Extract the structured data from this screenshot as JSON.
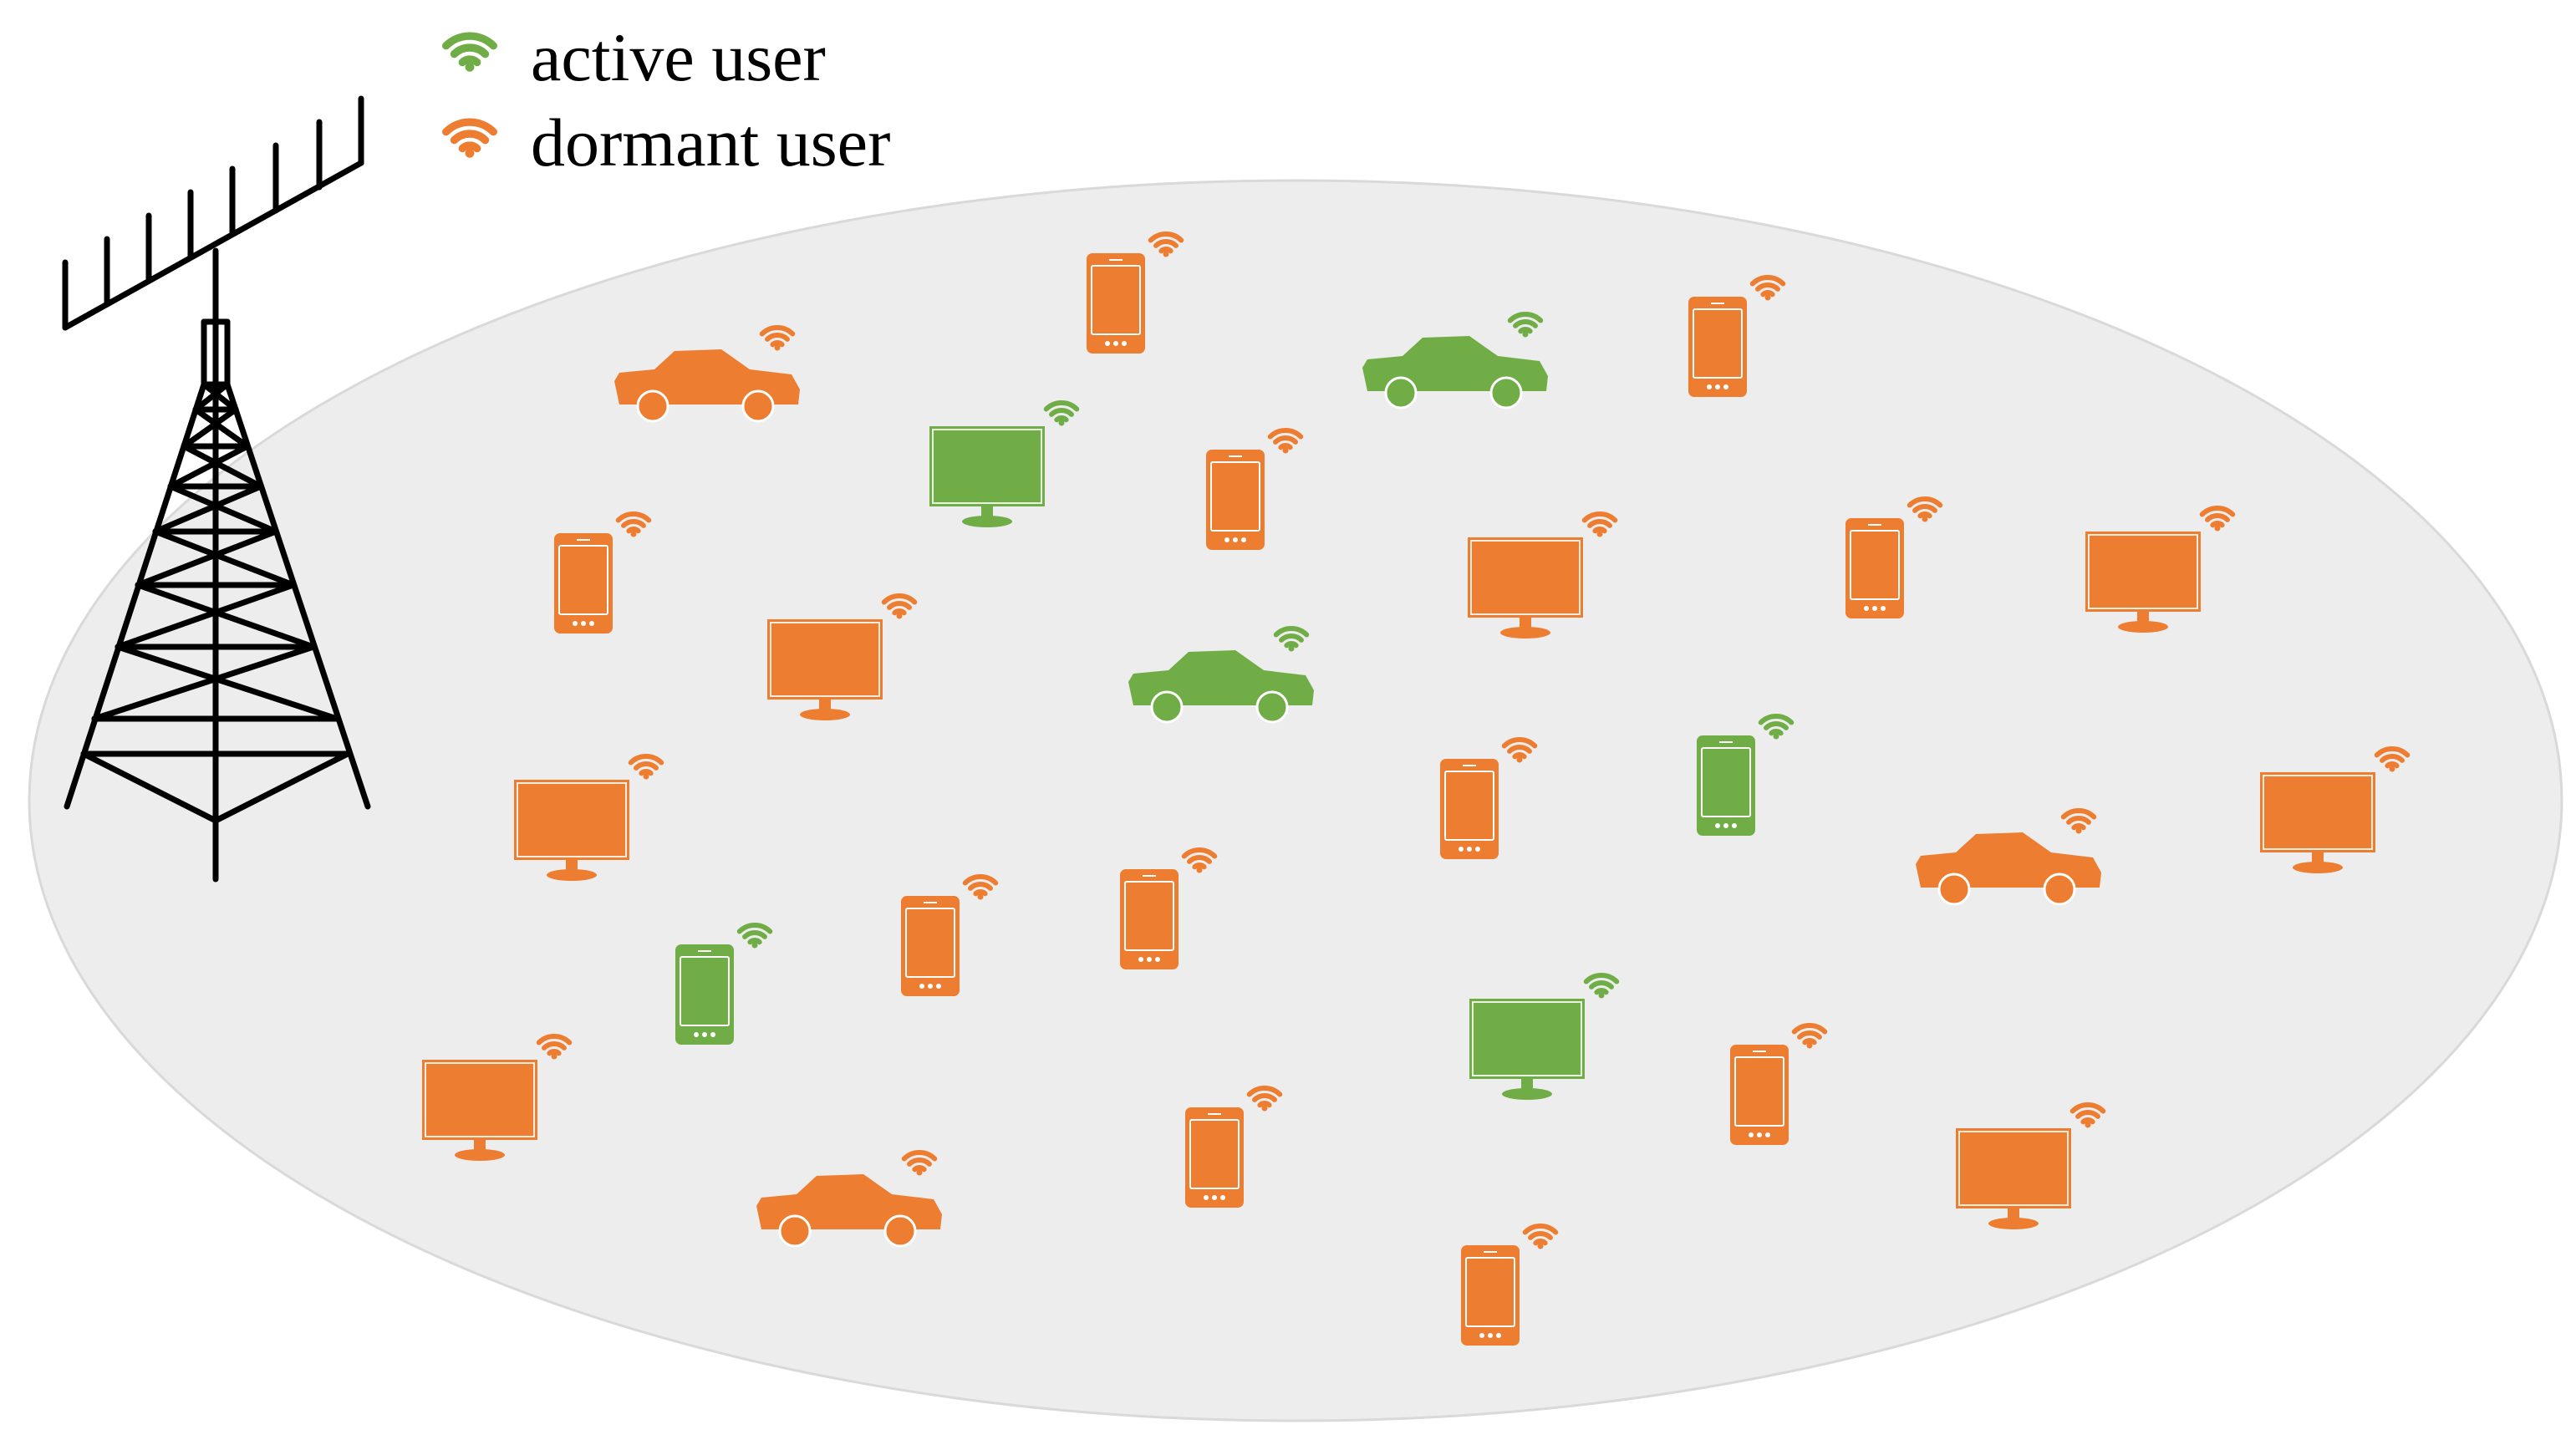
{
  "colors": {
    "active": "#70AD47",
    "dormant": "#ED7D31",
    "coverage_area": "#EDEDED",
    "coverage_edge": "#D9D9D9",
    "tower": "#000000"
  },
  "legend": {
    "items": [
      {
        "label": "active user",
        "status": "active",
        "icon": "wifi-signal-icon"
      },
      {
        "label": "dormant user",
        "status": "dormant",
        "icon": "wifi-signal-icon"
      }
    ]
  },
  "base_station": {
    "icon": "cell-tower-icon"
  },
  "users": [
    {
      "type": "car",
      "status": "dormant"
    },
    {
      "type": "phone",
      "status": "dormant"
    },
    {
      "type": "car",
      "status": "active"
    },
    {
      "type": "phone",
      "status": "dormant"
    },
    {
      "type": "monitor",
      "status": "active"
    },
    {
      "type": "phone",
      "status": "dormant"
    },
    {
      "type": "phone",
      "status": "dormant"
    },
    {
      "type": "monitor",
      "status": "dormant"
    },
    {
      "type": "phone",
      "status": "dormant"
    },
    {
      "type": "monitor",
      "status": "dormant"
    },
    {
      "type": "monitor",
      "status": "dormant"
    },
    {
      "type": "car",
      "status": "active"
    },
    {
      "type": "phone",
      "status": "dormant"
    },
    {
      "type": "phone",
      "status": "active"
    },
    {
      "type": "monitor",
      "status": "dormant"
    },
    {
      "type": "car",
      "status": "dormant"
    },
    {
      "type": "monitor",
      "status": "dormant"
    },
    {
      "type": "phone",
      "status": "active"
    },
    {
      "type": "phone",
      "status": "dormant"
    },
    {
      "type": "phone",
      "status": "dormant"
    },
    {
      "type": "monitor",
      "status": "active"
    },
    {
      "type": "phone",
      "status": "dormant"
    },
    {
      "type": "monitor",
      "status": "dormant"
    },
    {
      "type": "phone",
      "status": "dormant"
    },
    {
      "type": "monitor",
      "status": "dormant"
    },
    {
      "type": "car",
      "status": "dormant"
    },
    {
      "type": "phone",
      "status": "dormant"
    }
  ]
}
